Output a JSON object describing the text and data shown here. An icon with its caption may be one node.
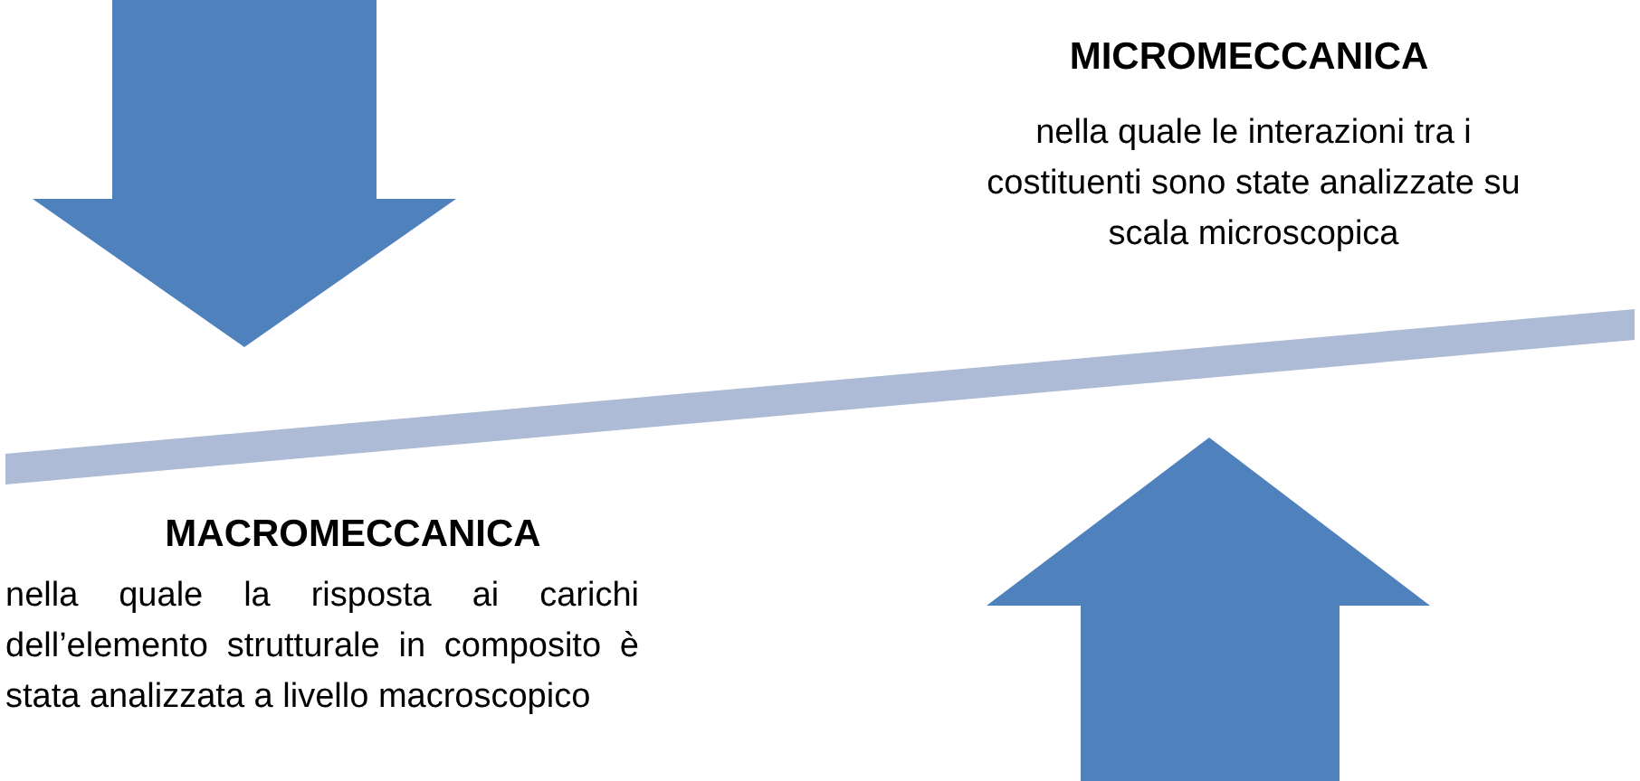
{
  "diagram": {
    "labels": [
      "MICROMECCANICA",
      "nella quale le interazioni tra i costituenti sono state analizzate su scala microscopica",
      "MACROMECCANICA",
      "nella quale la risposta ai carichi dell’elemento strutturale in composito è stata analizzata a livello macroscopico"
    ]
  }
}
